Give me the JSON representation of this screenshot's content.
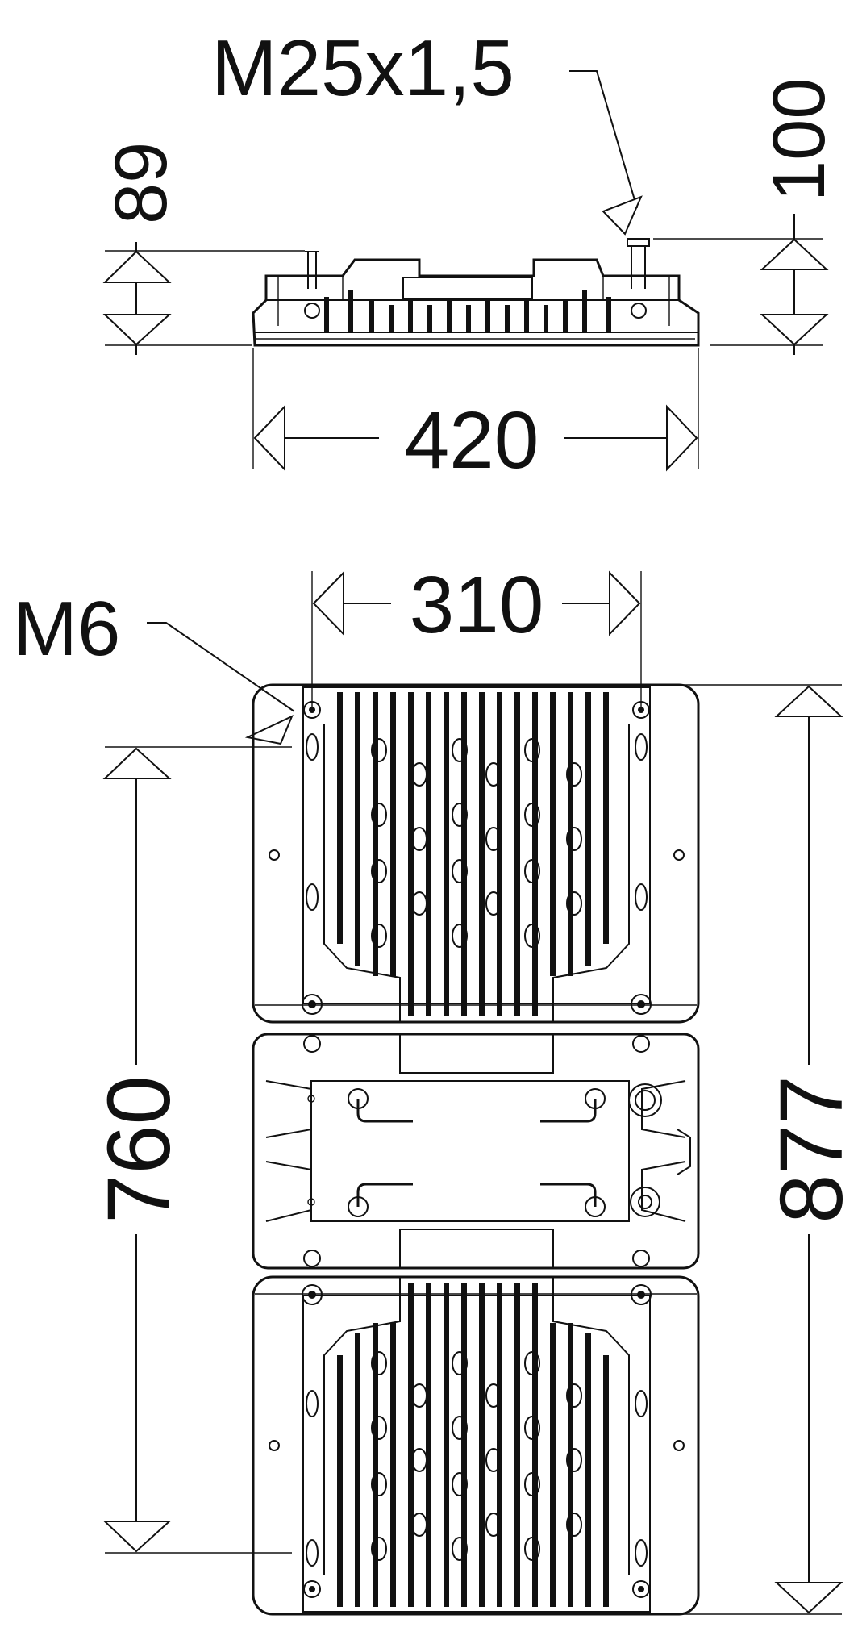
{
  "drawing": {
    "side_view": {
      "thread_label": "M25x1,5",
      "height_left": "89",
      "height_right": "100",
      "width": "420"
    },
    "top_view": {
      "bolt_label": "M6",
      "bolt_spacing": "310",
      "mount_length": "760",
      "total_length": "877"
    },
    "line_color": "#111111",
    "background_color": "#ffffff"
  }
}
